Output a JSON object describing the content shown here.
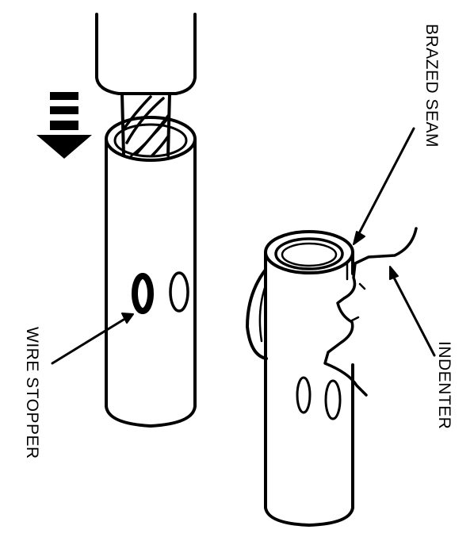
{
  "labels": {
    "brazed_seam": "BRAZED SEAM",
    "indenter": "INDENTER",
    "wire_stopper": "WIRE STOPPER"
  },
  "colors": {
    "ink": "#000000",
    "paper": "#ffffff"
  },
  "icons": {
    "direction_arrow": "down-arrow-icon"
  }
}
